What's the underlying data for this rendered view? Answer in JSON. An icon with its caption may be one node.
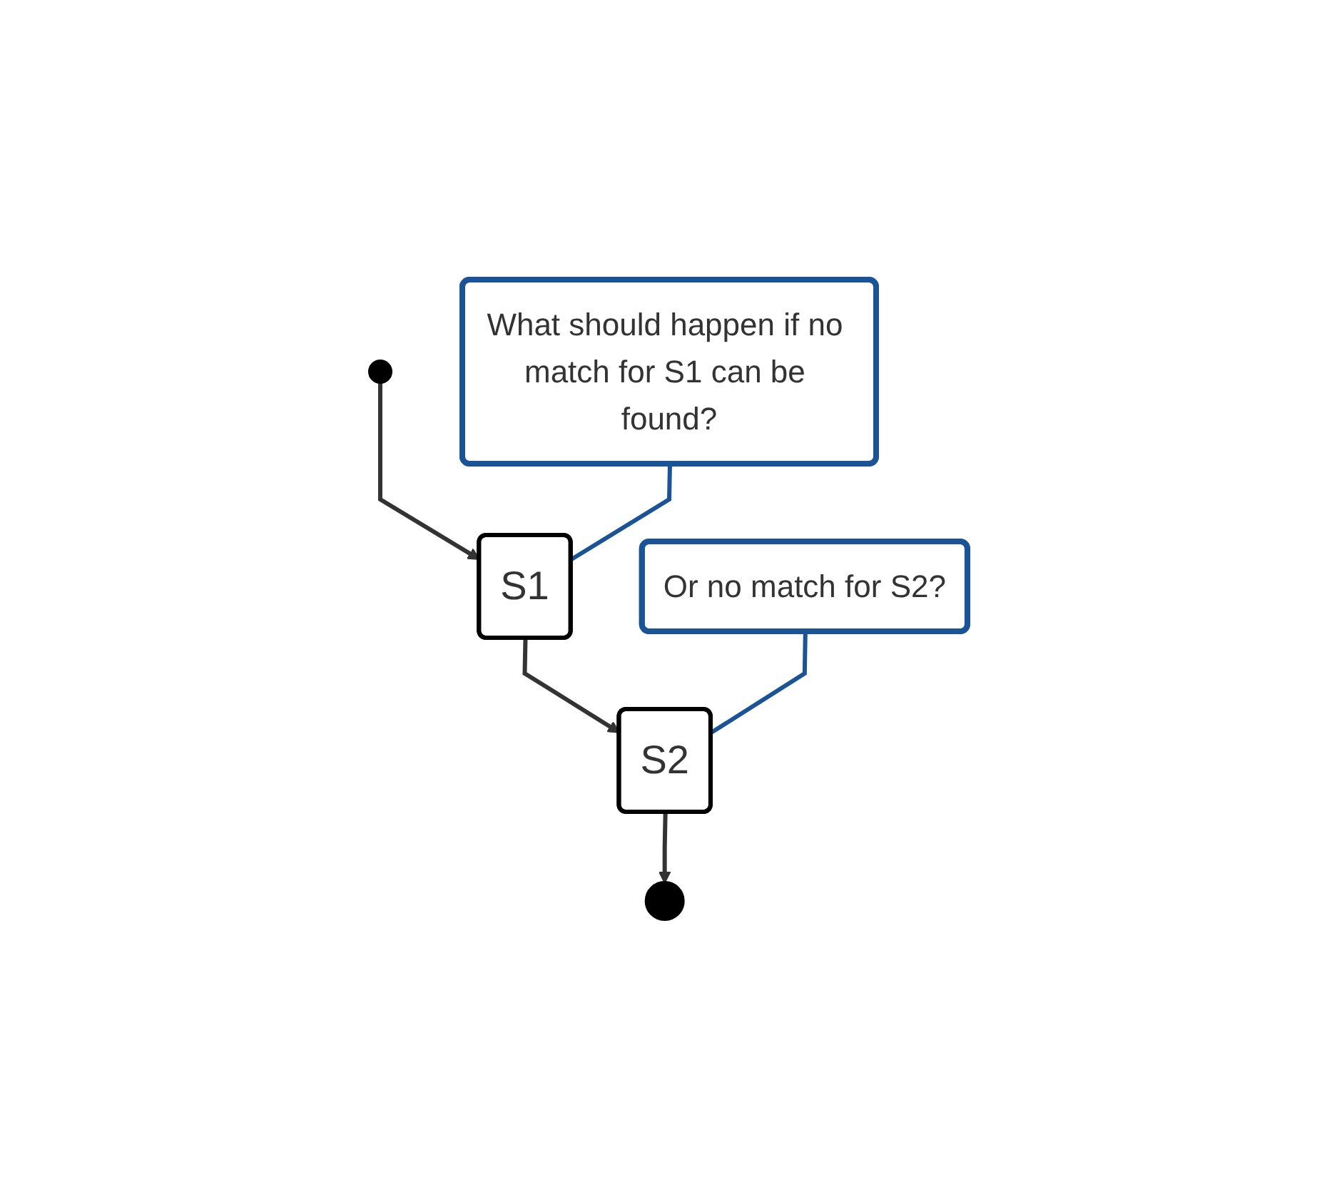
{
  "diagram": {
    "nodes": [
      {
        "text": [],
        "shape": "circle"
      },
      {
        "text": [
          "S1"
        ]
      },
      {
        "text": [
          "S2"
        ]
      },
      {
        "text": [],
        "shape": "circle"
      },
      {
        "text": [
          "What should happen if no match for S1 can be found?"
        ]
      },
      {
        "text": [
          "Or no match for S2?"
        ]
      }
    ],
    "edges": [
      {
        "from": 0,
        "to": 1,
        "arrow": "to"
      },
      {
        "from": 1,
        "to": 2,
        "arrow": "to"
      },
      {
        "from": 2,
        "to": 3,
        "arrow": "to"
      },
      {
        "from": 4,
        "to": 1,
        "arrow": "none",
        "color": "#1b5496"
      },
      {
        "from": 5,
        "to": 2,
        "arrow": "none",
        "color": "#1b5496"
      }
    ]
  }
}
